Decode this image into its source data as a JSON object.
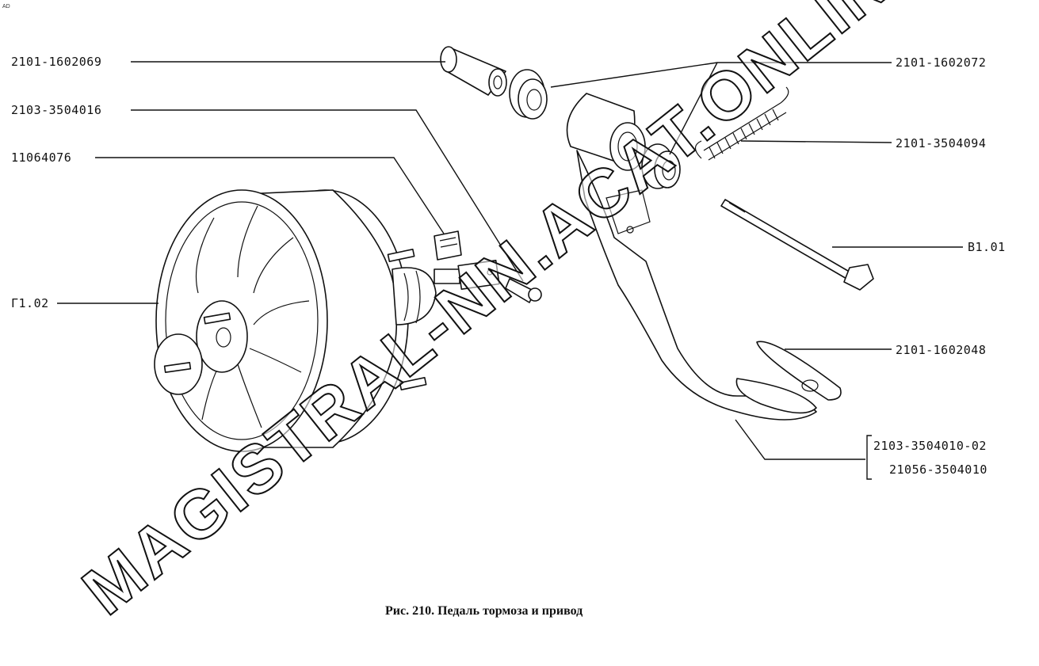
{
  "corner_mark": "AD",
  "labels": {
    "l_2101_1602069": "2101-1602069",
    "l_2103_3504016": "2103-3504016",
    "l_11064076": "11064076",
    "l_g1_02": "Г1.02",
    "l_2101_1602072": "2101-1602072",
    "l_2101_3504094": "2101-3504094",
    "l_b1_01": "В1.01",
    "l_2101_1602048": "2101-1602048",
    "l_2103_3504010_02": "2103-3504010-02",
    "l_21056_3504010": "21056-3504010"
  },
  "caption": "Рис. 210. Педаль тормоза и привод",
  "watermark": "MAGISTRAL-NN.ACAT.ONLINE"
}
